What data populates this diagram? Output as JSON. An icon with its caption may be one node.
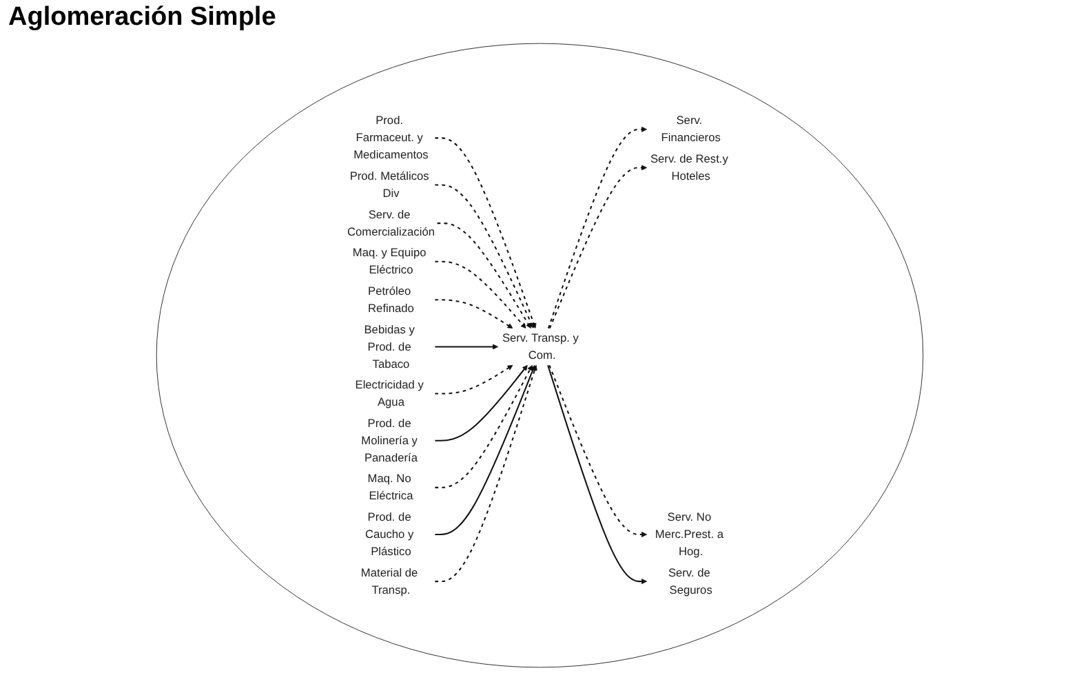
{
  "diagram": {
    "title": "Aglomeración Simple",
    "nodes": [
      {
        "text": [],
        "shape": "ellipse"
      },
      {
        "text": [
          "Prod. Farmaceut. y Medicamentos"
        ],
        "in": 0
      },
      {
        "text": [
          "Prod. Metálicos Div"
        ],
        "in": 0
      },
      {
        "text": [
          "Serv. Financieros"
        ],
        "in": 0
      },
      {
        "text": [
          "Serv. de Comercialización"
        ],
        "in": 0
      },
      {
        "text": [
          "Serv. de Rest.y Hoteles"
        ],
        "in": 0
      },
      {
        "text": [
          "Maq. y Equipo Eléctrico"
        ],
        "in": 0
      },
      {
        "text": [
          "Serv. Transp. y Com."
        ],
        "in": 0
      },
      {
        "text": [
          "Serv. No Merc.Prest. a Hog."
        ],
        "in": 0
      },
      {
        "text": [
          "Petróleo Refinado"
        ],
        "in": 0
      },
      {
        "text": [
          "Bebidas y Prod. de Tabaco"
        ],
        "in": 0
      },
      {
        "text": [
          "Serv. de Seguros"
        ],
        "in": 0
      },
      {
        "text": [
          "Electricidad y Agua"
        ],
        "in": 0
      },
      {
        "text": [
          "Prod. de Molinería y Panadería"
        ],
        "in": 0
      },
      {
        "text": [
          "Maq. No Eléctrica"
        ],
        "in": 0
      },
      {
        "text": [
          "Prod. de Caucho y Plástico"
        ],
        "in": 0
      },
      {
        "text": [
          "Material de Transp."
        ],
        "in": 0
      }
    ],
    "edges": [
      {
        "from": 1,
        "to": 7,
        "arrow": "to",
        "style": "dashed"
      },
      {
        "from": 2,
        "to": 7,
        "arrow": "to",
        "style": "dashed"
      },
      {
        "from": 7,
        "to": 3,
        "arrow": "to",
        "style": "dashed"
      },
      {
        "from": 4,
        "to": 7,
        "arrow": "to",
        "style": "dashed"
      },
      {
        "from": 7,
        "to": 5,
        "arrow": "to",
        "style": "dashed"
      },
      {
        "from": 6,
        "to": 7,
        "arrow": "to",
        "style": "dashed"
      },
      {
        "from": 7,
        "to": 8,
        "arrow": "to",
        "style": "dashed"
      },
      {
        "from": 9,
        "to": 7,
        "arrow": "to",
        "style": "dashed"
      },
      {
        "from": 10,
        "to": 7,
        "arrow": "to"
      },
      {
        "from": 7,
        "to": 11,
        "arrow": "to"
      },
      {
        "from": 12,
        "to": 7,
        "arrow": "to",
        "style": "dashed"
      },
      {
        "from": 13,
        "to": 7,
        "arrow": "to"
      },
      {
        "from": 14,
        "to": 7,
        "arrow": "to",
        "style": "dashed"
      },
      {
        "from": 15,
        "to": 7,
        "arrow": "to"
      },
      {
        "from": 16,
        "to": 7,
        "arrow": "to",
        "style": "dashed"
      }
    ]
  }
}
